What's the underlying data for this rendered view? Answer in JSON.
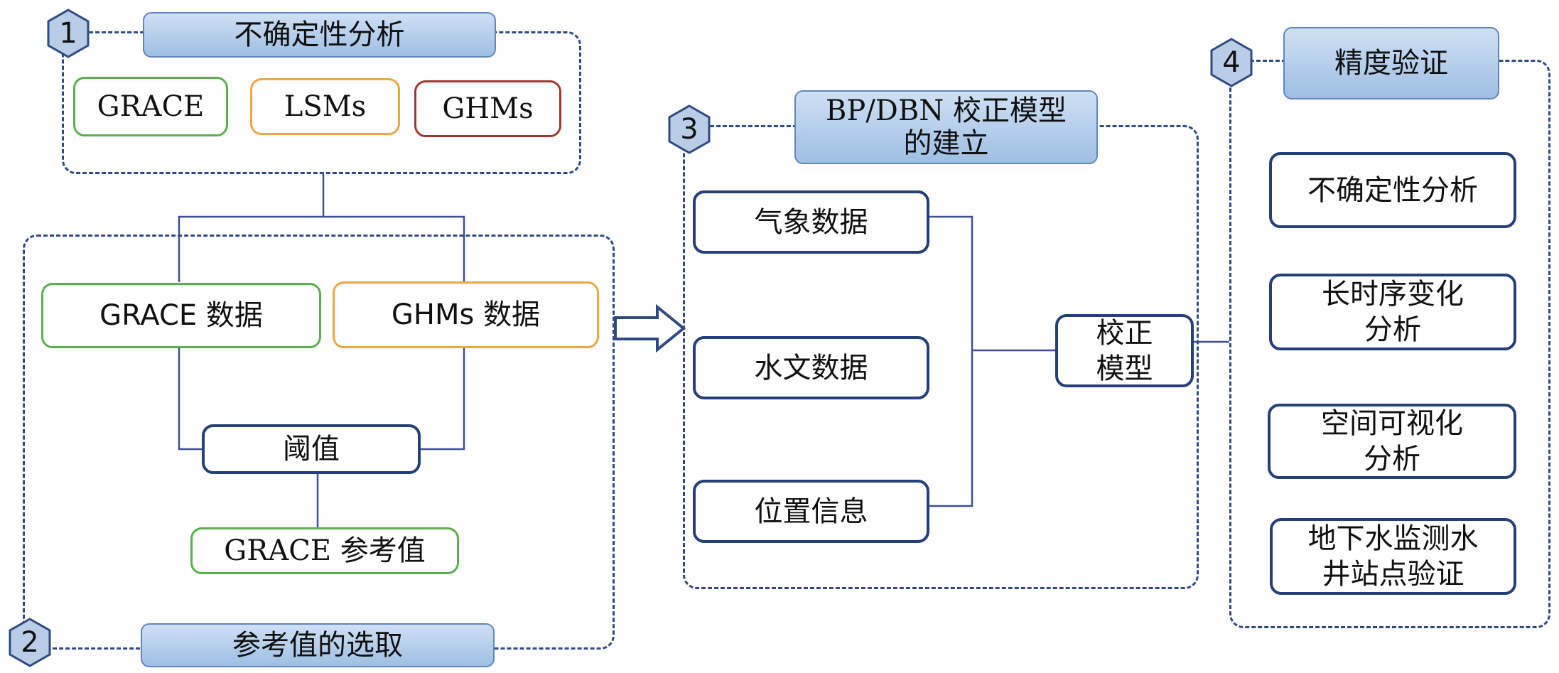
{
  "panel1": {
    "number": "1",
    "title": "不确定性分析",
    "items": [
      "GRACE",
      "LSMs",
      "GHMs"
    ]
  },
  "panel2": {
    "number": "2",
    "title": "参考值的选取",
    "grace_data": "GRACE 数据",
    "ghms_data": "GHMs 数据",
    "threshold": "阈值",
    "reference": "GRACE 参考值"
  },
  "panel3": {
    "number": "3",
    "title_line1": "BP/DBN 校正模型",
    "title_line2": "的建立",
    "inputs": [
      "气象数据",
      "水文数据",
      "位置信息"
    ],
    "model_line1": "校正",
    "model_line2": "模型"
  },
  "panel4": {
    "number": "4",
    "title": "精度验证",
    "items": [
      {
        "line1": "不确定性分析",
        "line2": ""
      },
      {
        "line1": "长时序变化",
        "line2": "分析"
      },
      {
        "line1": "空间可视化",
        "line2": "分析"
      },
      {
        "line1": "地下水监测水",
        "line2": "井站点验证"
      }
    ]
  },
  "colors": {
    "navy": "#253f78",
    "dash": "#2e4a82",
    "header_fill": "#b7d0ec",
    "green": "#5ab04e",
    "orange": "#eea544",
    "red": "#a3372f",
    "connector": "#3c4f9a"
  }
}
